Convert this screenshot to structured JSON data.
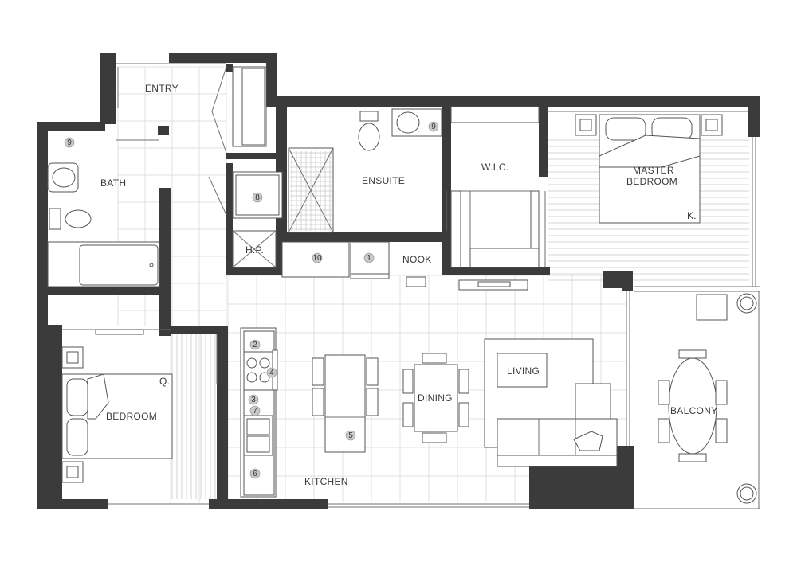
{
  "rooms": {
    "entry": "ENTRY",
    "bath": "BATH",
    "ensuite": "ENSUITE",
    "wic": "W.I.C.",
    "master_bedroom_line1": "MASTER",
    "master_bedroom_line2": "BEDROOM",
    "master_bed_size": "K.",
    "hp": "H.P.",
    "nook": "NOOK",
    "bedroom": "BEDROOM",
    "bedroom_bed_size": "Q.",
    "kitchen": "KITCHEN",
    "dining": "DINING",
    "living": "LIVING",
    "balcony": "BALCONY"
  },
  "fixture_numbers": {
    "bath_sink": "9",
    "ensuite_sink": "9",
    "closet": "8",
    "pantry": "10",
    "nook_counter": "1",
    "cooktop": "2",
    "oven": "4",
    "dishwasher": "3",
    "sink": "7",
    "fridge": "6",
    "island": "5"
  },
  "colors": {
    "wall": "#3b3b3c",
    "fixture_circle": "#c9c9c9",
    "grid": "#d9d9d9"
  }
}
